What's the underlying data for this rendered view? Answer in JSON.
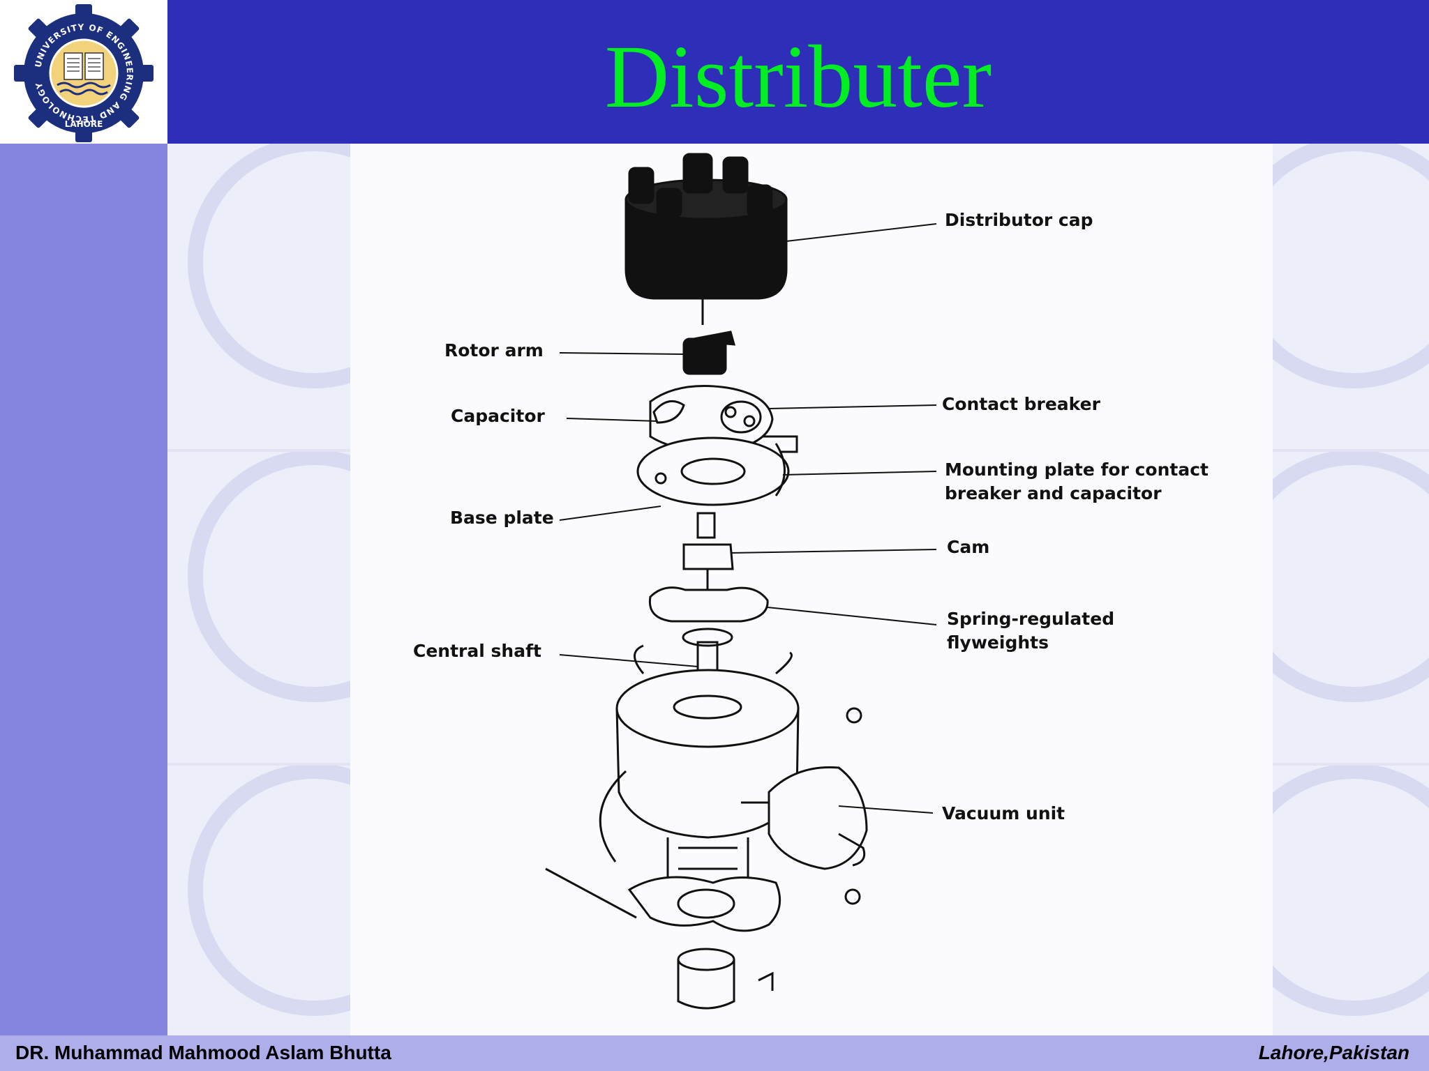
{
  "slide": {
    "title": "Distributer",
    "footer_left": "DR. Muhammad Mahmood Aslam Bhutta",
    "footer_right": "Lahore,Pakistan"
  },
  "logo": {
    "ring_text": "UNIVERSITY OF ENGINEERING AND TECHNOLOGY",
    "city_text": "LAHORE"
  },
  "diagram": {
    "labels": {
      "distributor_cap": "Distributor cap",
      "rotor_arm": "Rotor arm",
      "capacitor": "Capacitor",
      "contact_breaker": "Contact breaker",
      "mounting_plate_line1": "Mounting plate for contact",
      "mounting_plate_line2": "breaker and capacitor",
      "base_plate": "Base plate",
      "cam": "Cam",
      "flyweights_line1": "Spring-regulated",
      "flyweights_line2": "flyweights",
      "central_shaft": "Central shaft",
      "vacuum_unit": "Vacuum unit"
    }
  },
  "colors": {
    "header_blue": "#2e2eb8",
    "title_green": "#00ee22",
    "side_strip": "#8585e0",
    "footer": "#aeaeea"
  }
}
